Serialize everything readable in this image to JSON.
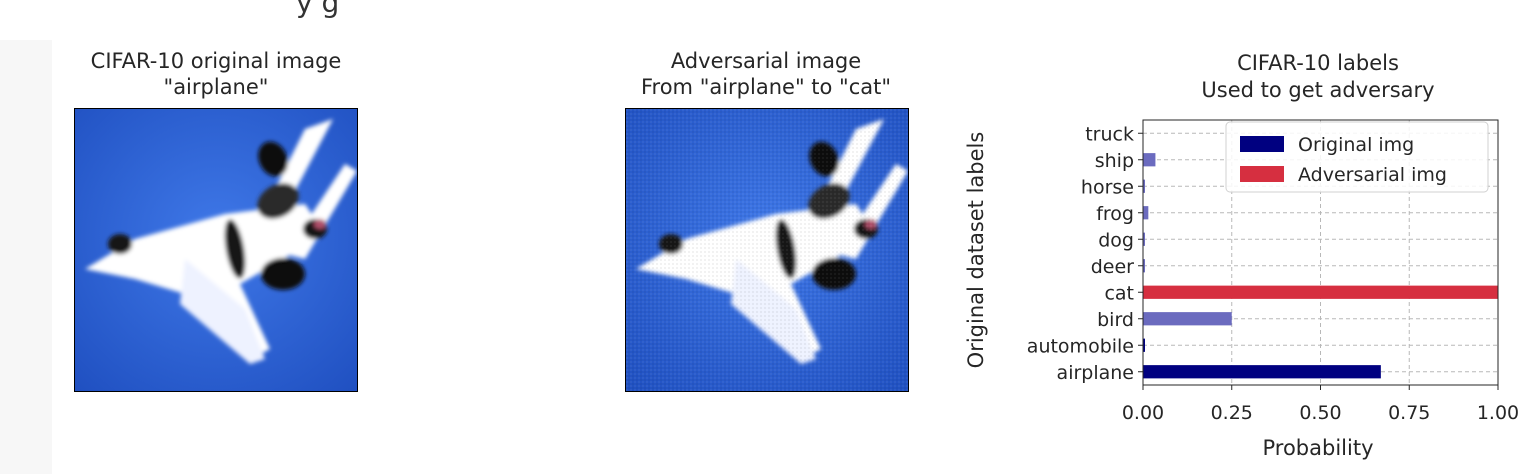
{
  "header_fragment": "y                                    g",
  "panels": [
    {
      "title_line1": "CIFAR-10 original image",
      "title_line2": "\"airplane\""
    },
    {
      "title_line1": "Adversarial image",
      "title_line2": "From \"airplane\" to \"cat\""
    }
  ],
  "chart_data": {
    "type": "bar",
    "orientation": "horizontal",
    "title": "CIFAR-10 labels\nUsed to get adversary",
    "title_line1": "CIFAR-10 labels",
    "title_line2": "Used to get adversary",
    "xlabel": "Probability",
    "ylabel": "Original dataset labels",
    "xlim": [
      0.0,
      1.0
    ],
    "xticks": [
      "0.00",
      "0.25",
      "0.50",
      "0.75",
      "1.00"
    ],
    "categories": [
      "airplane",
      "automobile",
      "bird",
      "cat",
      "deer",
      "dog",
      "frog",
      "horse",
      "ship",
      "truck"
    ],
    "series": [
      {
        "name": "Original img",
        "color": "#000080",
        "values": [
          0.67,
          0.005,
          0.0,
          0.0,
          0.0,
          0.0,
          0.0,
          0.0,
          0.0,
          0.0
        ]
      },
      {
        "name": "Adversarial img",
        "color": "#d62f40",
        "values": [
          0.0,
          0.0,
          0.0,
          1.0,
          0.0,
          0.0,
          0.0,
          0.0,
          0.0,
          0.0
        ]
      },
      {
        "name": "",
        "color": "#6b6bbf",
        "values": [
          0.0,
          0.0,
          0.25,
          0.0,
          0.005,
          0.005,
          0.015,
          0.005,
          0.035,
          0.0
        ]
      }
    ],
    "grid": true,
    "legend_position": "top-right"
  },
  "colors": {
    "sky_blue": "#2f63d6",
    "plane_white": "#ffffff",
    "plane_dark": "#111111"
  }
}
